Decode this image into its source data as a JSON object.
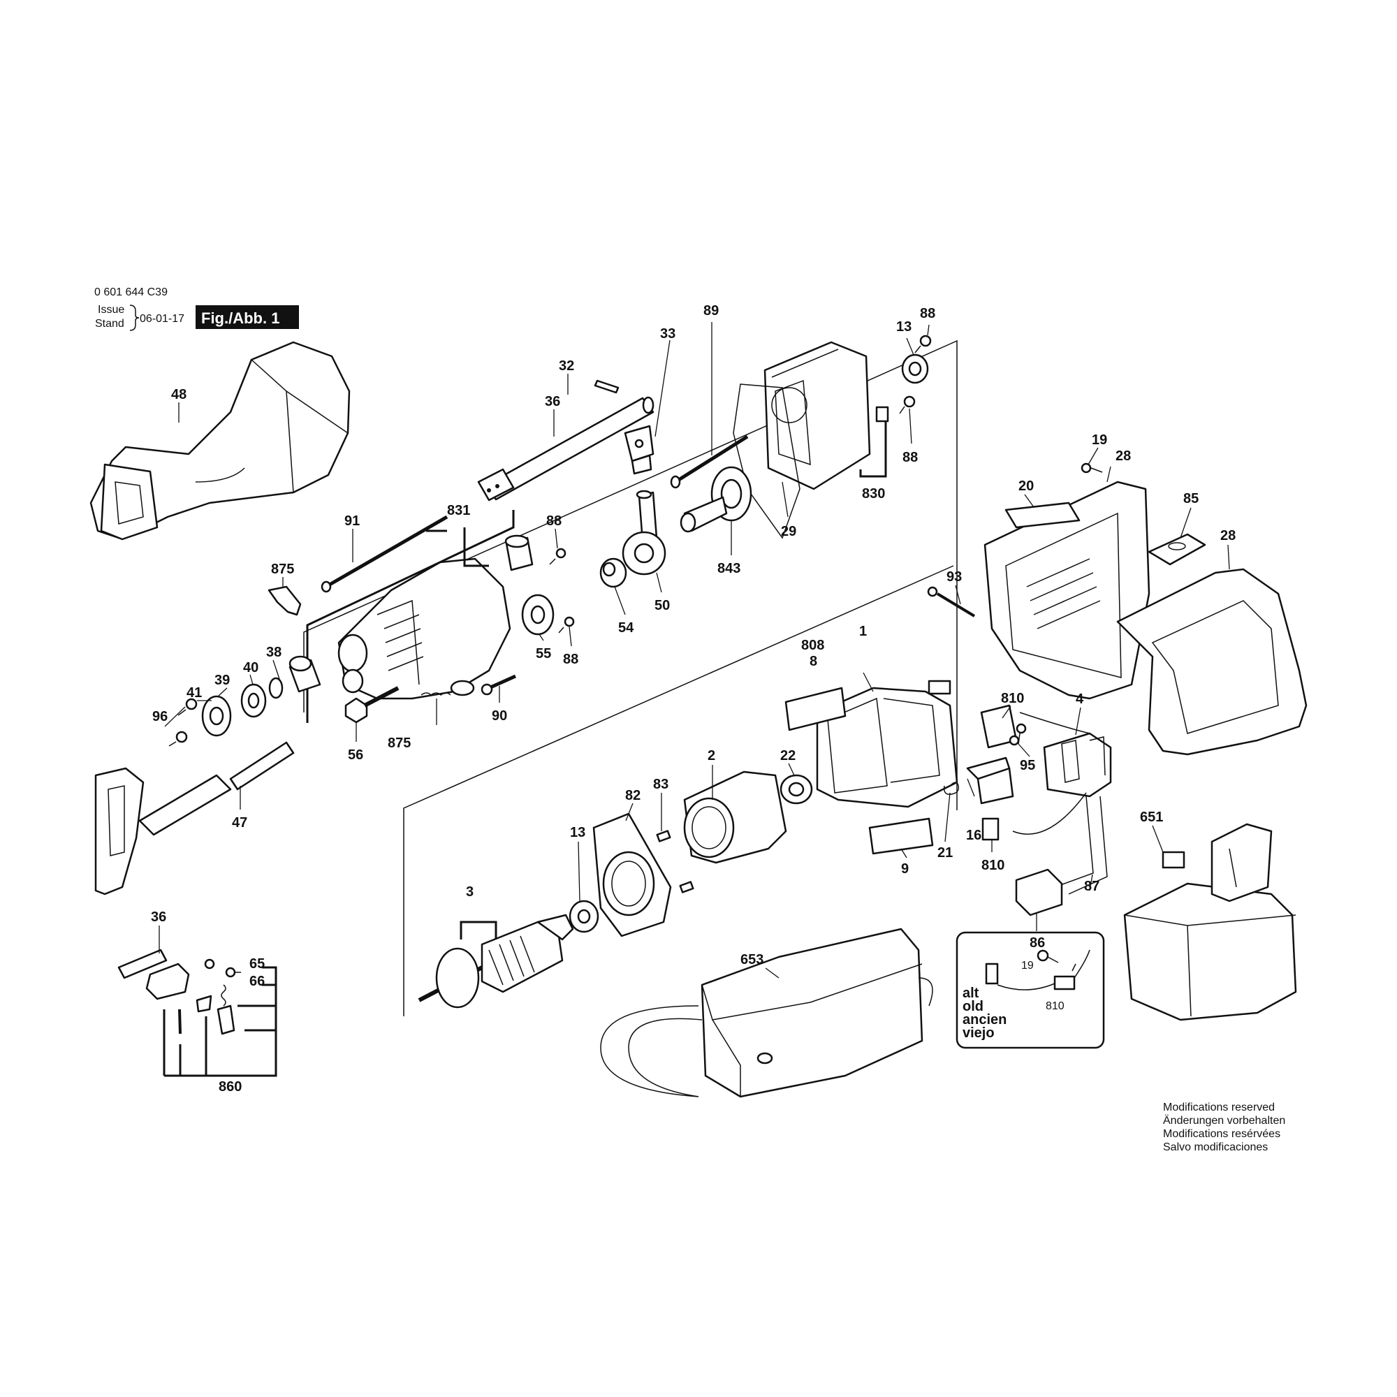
{
  "header": {
    "part_number": "0 601 644 C39",
    "issue_label": "Issue",
    "stand_label": "Stand",
    "issue_date": "06-01-17",
    "figure_label": "Fig./Abb. 1"
  },
  "callouts": [
    {
      "id": "c48",
      "text": "48"
    },
    {
      "id": "c32",
      "text": "32"
    },
    {
      "id": "c33",
      "text": "33"
    },
    {
      "id": "c36a",
      "text": "36"
    },
    {
      "id": "c89",
      "text": "89"
    },
    {
      "id": "c13a",
      "text": "13"
    },
    {
      "id": "c88a",
      "text": "88"
    },
    {
      "id": "c88b",
      "text": "88"
    },
    {
      "id": "c830",
      "text": "830"
    },
    {
      "id": "c29",
      "text": "29"
    },
    {
      "id": "c843",
      "text": "843"
    },
    {
      "id": "c50",
      "text": "50"
    },
    {
      "id": "c54",
      "text": "54"
    },
    {
      "id": "c88c",
      "text": "88"
    },
    {
      "id": "c88d",
      "text": "88"
    },
    {
      "id": "c55",
      "text": "55"
    },
    {
      "id": "c91",
      "text": "91"
    },
    {
      "id": "c831",
      "text": "831"
    },
    {
      "id": "c875a",
      "text": "875"
    },
    {
      "id": "c38",
      "text": "38"
    },
    {
      "id": "c40",
      "text": "40"
    },
    {
      "id": "c39",
      "text": "39"
    },
    {
      "id": "c41",
      "text": "41"
    },
    {
      "id": "c96",
      "text": "96"
    },
    {
      "id": "c56",
      "text": "56"
    },
    {
      "id": "c875b",
      "text": "875"
    },
    {
      "id": "c90",
      "text": "90"
    },
    {
      "id": "c47",
      "text": "47"
    },
    {
      "id": "c36b",
      "text": "36"
    },
    {
      "id": "c65",
      "text": "65"
    },
    {
      "id": "c66",
      "text": "66"
    },
    {
      "id": "c860",
      "text": "860"
    },
    {
      "id": "c19a",
      "text": "19"
    },
    {
      "id": "c28a",
      "text": "28"
    },
    {
      "id": "c20",
      "text": "20"
    },
    {
      "id": "c85",
      "text": "85"
    },
    {
      "id": "c28b",
      "text": "28"
    },
    {
      "id": "c93",
      "text": "93"
    },
    {
      "id": "c808",
      "text": "808"
    },
    {
      "id": "c8",
      "text": "8"
    },
    {
      "id": "c1",
      "text": "1"
    },
    {
      "id": "c810a",
      "text": "810"
    },
    {
      "id": "c4",
      "text": "4"
    },
    {
      "id": "c95",
      "text": "95"
    },
    {
      "id": "c22",
      "text": "22"
    },
    {
      "id": "c2",
      "text": "2"
    },
    {
      "id": "c83",
      "text": "83"
    },
    {
      "id": "c82",
      "text": "82"
    },
    {
      "id": "c13b",
      "text": "13"
    },
    {
      "id": "c3",
      "text": "3"
    },
    {
      "id": "c21",
      "text": "21"
    },
    {
      "id": "c16",
      "text": "16"
    },
    {
      "id": "c9",
      "text": "9"
    },
    {
      "id": "c810b",
      "text": "810"
    },
    {
      "id": "c87",
      "text": "87"
    },
    {
      "id": "c86",
      "text": "86"
    },
    {
      "id": "c651",
      "text": "651"
    },
    {
      "id": "c653",
      "text": "653"
    }
  ],
  "inset": {
    "screw_label": "19",
    "part_label": "810",
    "old_labels": [
      "alt",
      "old",
      "ancien",
      "viejo"
    ]
  },
  "footer": {
    "notes": [
      "Modifications reserved",
      "Änderungen vorbehalten",
      "Modifications resérvées",
      "Salvo modificaciones"
    ]
  }
}
